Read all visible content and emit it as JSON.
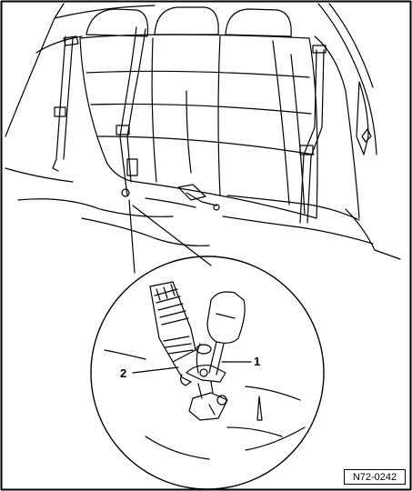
{
  "figure": {
    "callouts": [
      {
        "id": "1",
        "text": "1"
      },
      {
        "id": "2",
        "text": "2"
      }
    ],
    "reference_code": "N72-0242"
  },
  "colors": {
    "line": "#000000",
    "background": "#ffffff"
  }
}
